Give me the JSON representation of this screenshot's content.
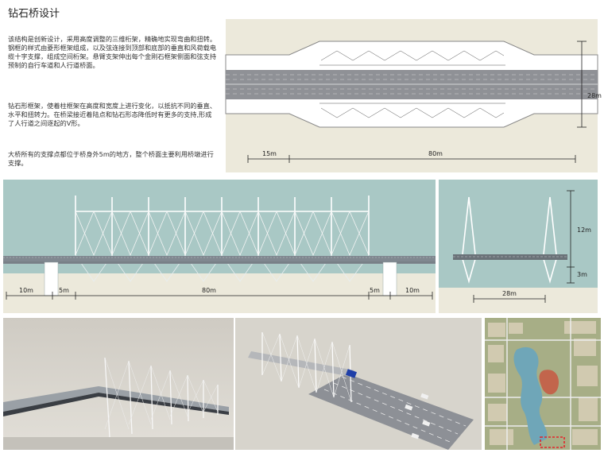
{
  "title": "钻石桥设计",
  "paragraphs": [
    "该结构是创新设计，采用高度调整的三维桁架，精确地实现弯曲和扭转。钢框的样式由菱形框架组成，以及弦连接到顶部和底部的垂直和风荷载电缆十字支撑，组成空间桁架。悬臂支架伸出每个金刚石框架侧面和弦支持预制的自行车道和人行道桥面。",
    "钻石形框架，使着柱框架在高度和宽度上进行变化，以抵抗不同的垂直、水平和扭转力。在桥梁接近着陆点和钻石形态降低时有更多的支持,形成了人行道之间逐起的V形。",
    "大桥所有的支撑点都位于桥身外5m的地方，整个桥面主要利用桥墩进行支撑。"
  ],
  "plan_dims": {
    "left": "15m",
    "main": "80m",
    "width": "28m"
  },
  "elevation_dims": {
    "left_end": "10m",
    "left_offset": "5m",
    "span": "80m",
    "right_offset": "5m",
    "right_end": "10m"
  },
  "section_dims": {
    "height_upper": "12m",
    "height_lower": "3m",
    "width": "28m"
  },
  "colors": {
    "water": "#a9c8c5",
    "paper": "#ece9db",
    "road": "#8f9196",
    "highlight": "#e3252b"
  }
}
